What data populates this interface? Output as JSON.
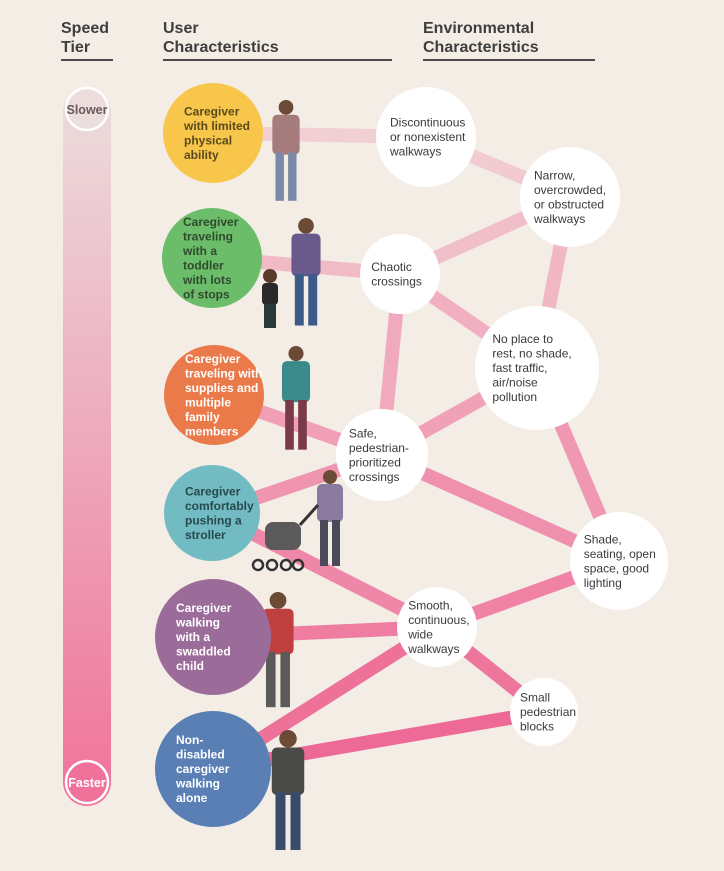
{
  "headers": {
    "speed_tier": [
      "Speed",
      "Tier"
    ],
    "user": [
      "User",
      "Characteristics"
    ],
    "environment": [
      "Environmental",
      "Characteristics"
    ]
  },
  "speed_bar": {
    "top_label": "Slower",
    "bottom_label": "Faster",
    "gradient_top": "#ebdedd",
    "gradient_bottom": "#f0729a"
  },
  "users": [
    {
      "id": "u1",
      "lines": [
        "Caregiver",
        "with limited",
        "physical",
        "ability"
      ],
      "color": "#f7c64b",
      "text_color": "#5a4a1e"
    },
    {
      "id": "u2",
      "lines": [
        "Caregiver",
        "traveling",
        "with a",
        "toddler",
        "with lots",
        "of stops"
      ],
      "color": "#6cbd6a",
      "text_color": "#2f4a2d"
    },
    {
      "id": "u3",
      "lines": [
        "Caregiver",
        "traveling with",
        "supplies and",
        "multiple",
        "family",
        "members"
      ],
      "color": "#ea7a4a",
      "text_color": "#ffffff"
    },
    {
      "id": "u4",
      "lines": [
        "Caregiver",
        "comfortably",
        "pushing a",
        "stroller"
      ],
      "color": "#72bbc3",
      "text_color": "#274a4e"
    },
    {
      "id": "u5",
      "lines": [
        "Caregiver",
        "walking",
        "with a",
        "swaddled",
        "child"
      ],
      "color": "#9b6c9a",
      "text_color": "#ffffff"
    },
    {
      "id": "u6",
      "lines": [
        "Non-",
        "disabled",
        "caregiver",
        "walking",
        "alone"
      ],
      "color": "#5a7fb5",
      "text_color": "#ffffff"
    }
  ],
  "environment": [
    {
      "id": "e1",
      "lines": [
        "Discontinuous",
        "or nonexistent",
        "walkways"
      ]
    },
    {
      "id": "e2",
      "lines": [
        "Narrow,",
        "overcrowded,",
        "or obstructed",
        "walkways"
      ]
    },
    {
      "id": "e3",
      "lines": [
        "Chaotic",
        "crossings"
      ]
    },
    {
      "id": "e4",
      "lines": [
        "No place to",
        "rest, no shade,",
        "fast traffic,",
        "air/noise",
        "pollution"
      ]
    },
    {
      "id": "e5",
      "lines": [
        "Safe,",
        "pedestrian-",
        "prioritized",
        "crossings"
      ]
    },
    {
      "id": "e6",
      "lines": [
        "Shade,",
        "seating, open",
        "space, good",
        "lighting"
      ]
    },
    {
      "id": "e7",
      "lines": [
        "Smooth,",
        "continuous,",
        "wide",
        "walkways"
      ]
    },
    {
      "id": "e8",
      "lines": [
        "Small",
        "pedestrian",
        "blocks"
      ]
    }
  ],
  "links": [
    [
      "u1",
      "e1"
    ],
    [
      "e1",
      "e2"
    ],
    [
      "u2",
      "e3"
    ],
    [
      "e3",
      "e2"
    ],
    [
      "e3",
      "e4"
    ],
    [
      "e2",
      "e4"
    ],
    [
      "e3",
      "e5"
    ],
    [
      "e4",
      "e5"
    ],
    [
      "u3",
      "e5"
    ],
    [
      "e4",
      "e6"
    ],
    [
      "e5",
      "e6"
    ],
    [
      "u4",
      "e5"
    ],
    [
      "u4",
      "e7"
    ],
    [
      "e7",
      "e6"
    ],
    [
      "u5",
      "e7"
    ],
    [
      "e7",
      "e8"
    ],
    [
      "u6",
      "e7"
    ],
    [
      "u6",
      "e8"
    ]
  ]
}
